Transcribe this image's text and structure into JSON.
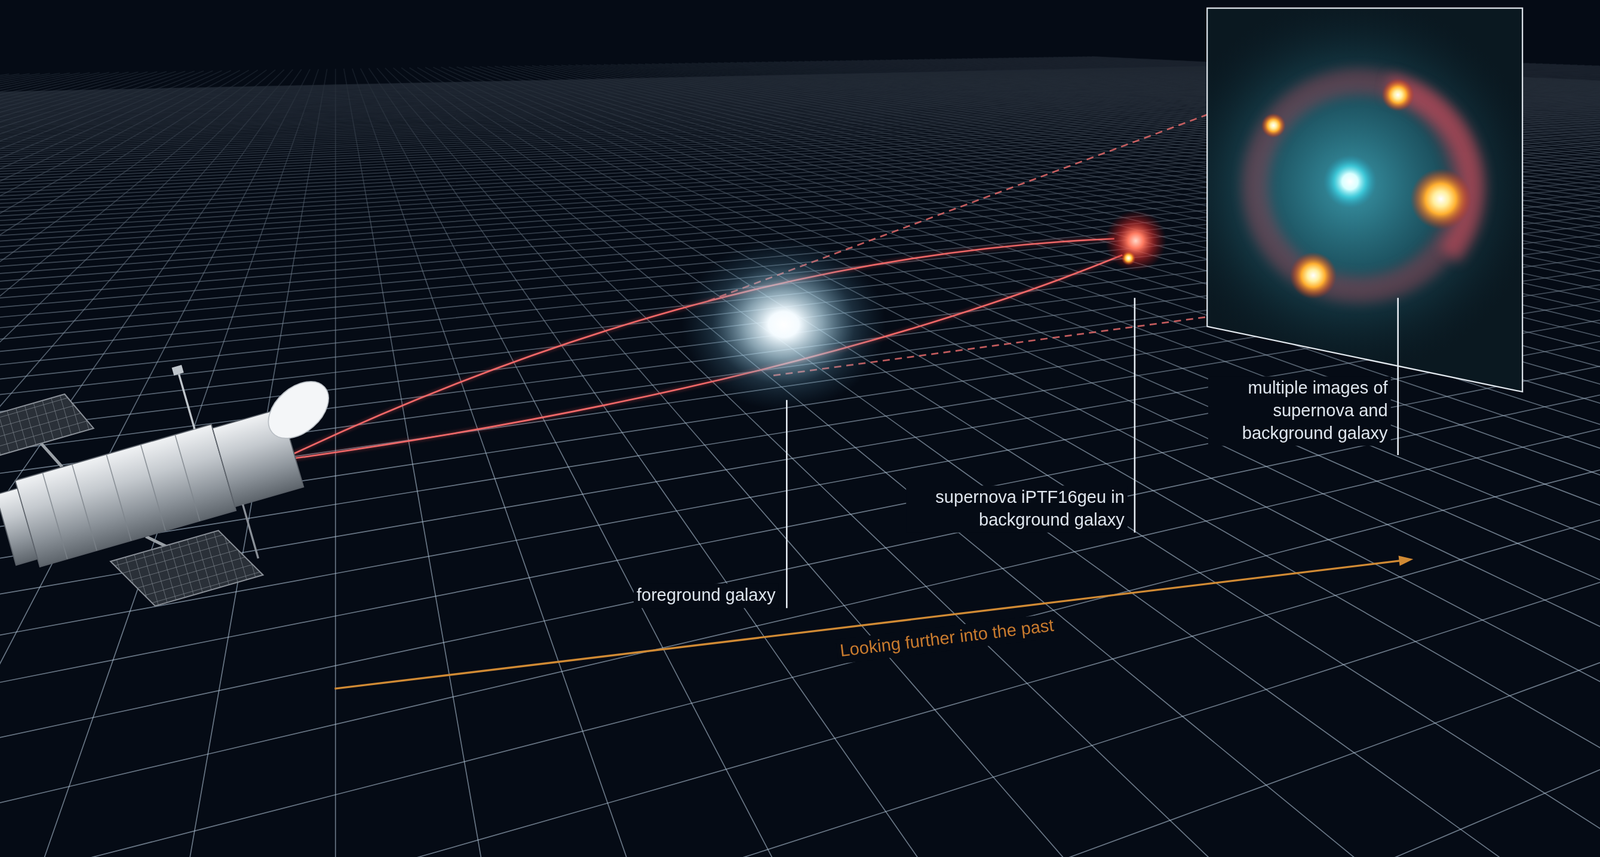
{
  "diagram": {
    "labels": [
      "foreground galaxy",
      "supernova iPTF16geu in background galaxy",
      "multiple images of supernova and background galaxy",
      "Looking further into the past"
    ]
  }
}
